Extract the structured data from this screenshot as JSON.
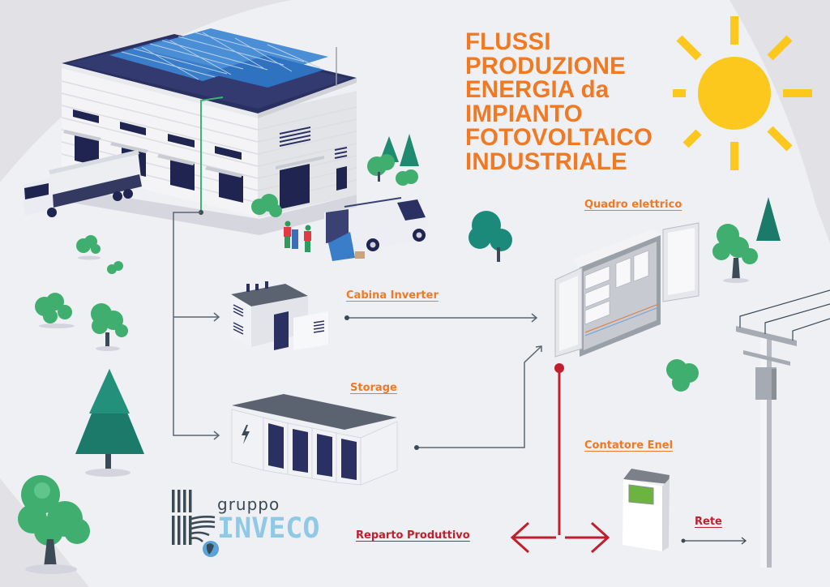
{
  "title": {
    "lines": [
      "FLUSSI",
      "PRODUZIONE",
      "ENERGIA da",
      "IMPIANTO",
      "FOTOVOLTAICO",
      "INDUSTRIALE"
    ]
  },
  "nodes": {
    "quadro_elettrico": "Quadro elettrico",
    "cabina_inverter": "Cabina Inverter",
    "storage": "Storage",
    "contatore_enel": "Contatore Enel",
    "reparto_produttivo": "Reparto Produttivo",
    "rete": "Rete"
  },
  "logo": {
    "line1": "gruppo",
    "line2": "INVECO"
  },
  "colors": {
    "title_orange": "#f07a24",
    "flow_red": "#c0202e",
    "flow_gray": "#5a6670",
    "pv_line_green": "#3fb27a",
    "sun_yellow": "#fcc81e",
    "logo_blue": "#8fc9e6",
    "logo_dark": "#3c4a55",
    "background_light": "#eff0f4",
    "background_gray": "#e2e2e6"
  }
}
